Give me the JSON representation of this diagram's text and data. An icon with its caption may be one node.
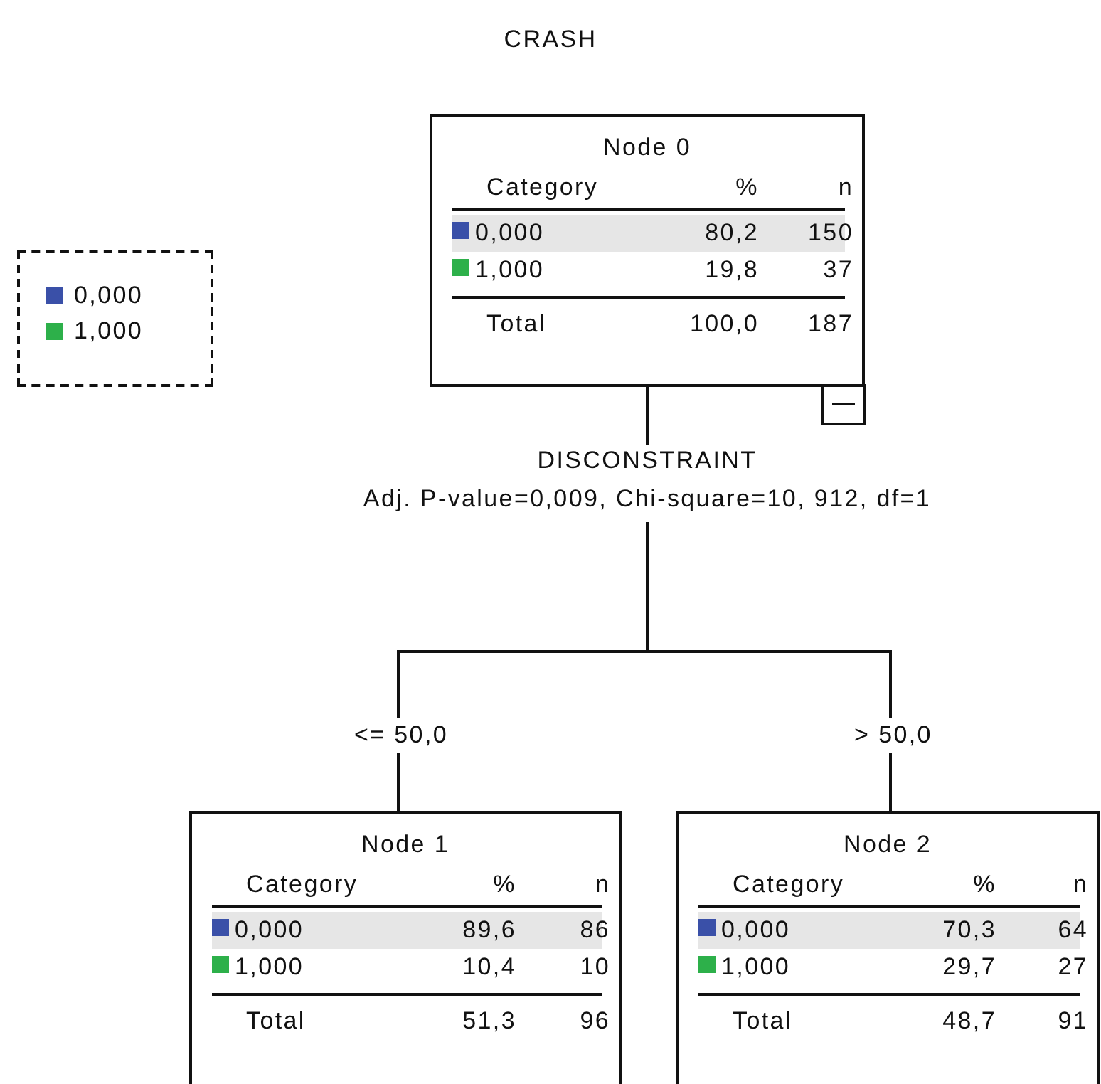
{
  "diagram": {
    "title": "CRASH",
    "nodes": [
      {
        "text": [
          "Node 0",
          "Category",
          "%",
          "n",
          "0,000",
          "80,2",
          "150",
          "1,000",
          "19,8",
          "37",
          "Total",
          "100,0",
          "187"
        ]
      },
      {
        "text": [
          "Node 1",
          "Category",
          "%",
          "n",
          "0,000",
          "89,6",
          "86",
          "1,000",
          "10,4",
          "10",
          "Total",
          "51,3",
          "96"
        ]
      },
      {
        "text": [
          "Node 2",
          "Category",
          "%",
          "n",
          "0,000",
          "70,3",
          "64",
          "1,000",
          "29,7",
          "27",
          "Total",
          "48,7",
          "91"
        ]
      }
    ],
    "edges": [
      {
        "from": 0,
        "to": 1,
        "arrow": "none",
        "label": "<= 50,0"
      },
      {
        "from": 0,
        "to": 2,
        "arrow": "none",
        "label": "> 50,0"
      }
    ],
    "labels": [
      "DISCONSTRAINT",
      "Adj. P-value=0,009, Chi-square=10, 912, df=1"
    ],
    "legend": [
      {
        "text": "0,000",
        "color": "#3a50a8"
      },
      {
        "text": "1,000",
        "color": "#2db04a"
      }
    ]
  }
}
